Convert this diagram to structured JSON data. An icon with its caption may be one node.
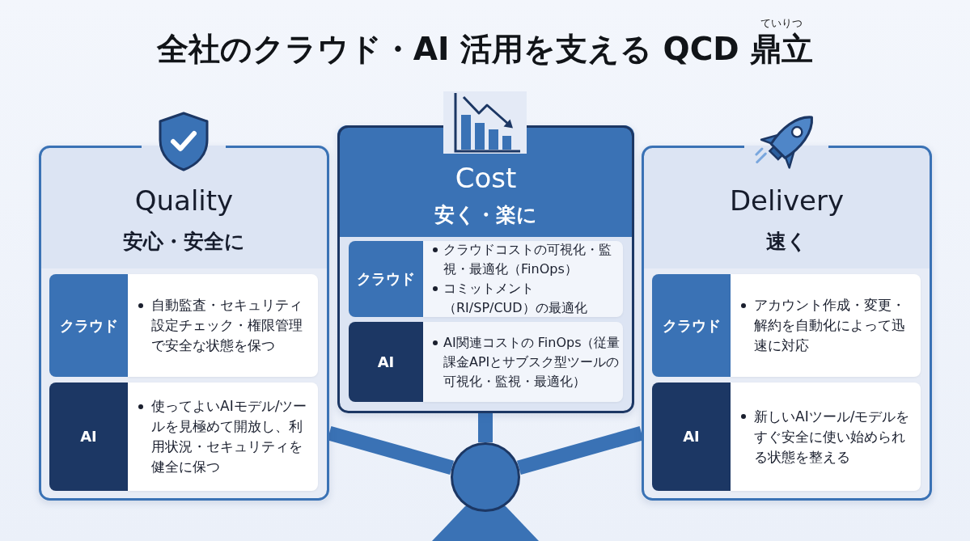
{
  "diagram": {
    "title": "全社のクラウド・AI 活用を支える QCD 鼎立",
    "nodes": [
      {
        "text": [
          "Quality",
          "安心・安全に"
        ]
      },
      {
        "text": [
          "クラウド"
        ],
        "in": 0
      },
      {
        "text": [
          "自動監査・セキュリティ設定チェック・権限管理で安全な状態を保つ"
        ],
        "in": 0
      },
      {
        "text": [
          "AI"
        ],
        "in": 0
      },
      {
        "text": [
          "使ってよいAIモデル/ツールを見極めて開放し、利用状況・セキュリティを健全に保つ"
        ],
        "in": 0
      },
      {
        "text": [
          "Cost",
          "安く・楽に"
        ]
      },
      {
        "text": [
          "クラウド"
        ],
        "in": 5
      },
      {
        "text": [
          "クラウドコストの可視化・監視・最適化（FinOps）",
          "コミットメント（RI/SP/CUD）の最適化"
        ],
        "in": 5
      },
      {
        "text": [
          "AI"
        ],
        "in": 5
      },
      {
        "text": [
          "AI関連コストの FinOps（従量課金APIとサブスク型ツールの可視化・監視・最適化）"
        ],
        "in": 5
      },
      {
        "text": [
          "Delivery",
          "速く"
        ]
      },
      {
        "text": [
          "クラウド"
        ],
        "in": 10
      },
      {
        "text": [
          "アカウント作成・変更・解約を自動化によって迅速に対応"
        ],
        "in": 10
      },
      {
        "text": [
          "AI"
        ],
        "in": 10
      },
      {
        "text": [
          "新しいAIツール/モデルをすぐ安全に使い始められる状態を整える"
        ],
        "in": 10
      },
      {
        "text": [],
        "shape": "circle"
      },
      {
        "text": [],
        "shape": "triangle"
      }
    ],
    "edges": [
      {
        "from": 0,
        "to": 15,
        "arrow": "none"
      },
      {
        "from": 5,
        "to": 15,
        "arrow": "none"
      },
      {
        "from": 10,
        "to": 15,
        "arrow": "none"
      }
    ],
    "labels": [
      "ていりつ"
    ]
  }
}
